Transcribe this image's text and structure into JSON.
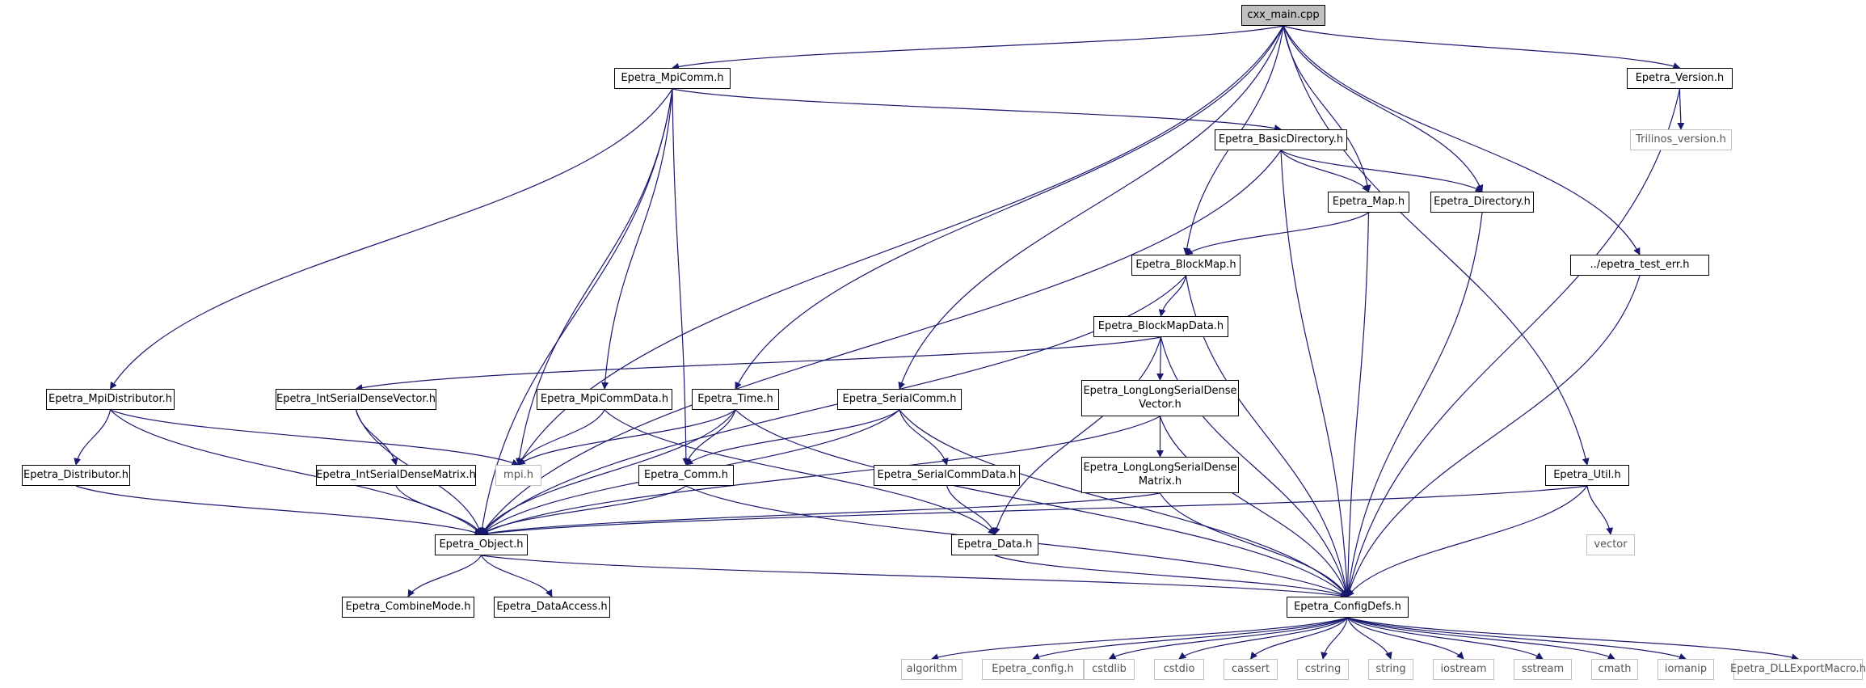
{
  "diagram": {
    "type": "include-dependency-graph",
    "colors": {
      "edge": "#191970",
      "node_border": "#000000",
      "system_border": "#bfbfbf",
      "root_fill": "#bfbfbf",
      "background": "#ffffff"
    },
    "nodes": {
      "cxx_main": "cxx_main.cpp",
      "mpicomm": "Epetra_MpiComm.h",
      "version": "Epetra_Version.h",
      "trilinos_version": "Trilinos_version.h",
      "basicdir": "Epetra_BasicDirectory.h",
      "map": "Epetra_Map.h",
      "directory": "Epetra_Directory.h",
      "blockmap": "Epetra_BlockMap.h",
      "test_err": "../epetra_test_err.h",
      "blockmapdata": "Epetra_BlockMapData.h",
      "mpidist": "Epetra_MpiDistributor.h",
      "intvec": "Epetra_IntSerialDenseVector.h",
      "mpicommdata": "Epetra_MpiCommData.h",
      "time": "Epetra_Time.h",
      "serialcomm": "Epetra_SerialComm.h",
      "llvec": "Epetra_LongLongSerialDense\nVector.h",
      "distributor": "Epetra_Distributor.h",
      "intmat": "Epetra_IntSerialDenseMatrix.h",
      "mpi": "mpi.h",
      "comm": "Epetra_Comm.h",
      "serialcommdata": "Epetra_SerialCommData.h",
      "llmat": "Epetra_LongLongSerialDense\nMatrix.h",
      "util": "Epetra_Util.h",
      "object": "Epetra_Object.h",
      "data": "Epetra_Data.h",
      "vector": "vector",
      "combinemode": "Epetra_CombineMode.h",
      "dataaccess": "Epetra_DataAccess.h",
      "configdefs": "Epetra_ConfigDefs.h",
      "algorithm": "algorithm",
      "epetra_config": "Epetra_config.h",
      "cstdlib": "cstdlib",
      "cstdio": "cstdio",
      "cassert": "cassert",
      "cstring": "cstring",
      "string": "string",
      "iostream": "iostream",
      "sstream": "sstream",
      "cmath": "cmath",
      "iomanip": "iomanip",
      "dllexport": "Epetra_DLLExportMacro.h"
    },
    "system_nodes": [
      "trilinos_version",
      "mpi",
      "vector",
      "algorithm",
      "epetra_config",
      "cstdlib",
      "cstdio",
      "cassert",
      "cstring",
      "string",
      "iostream",
      "sstream",
      "cmath",
      "iomanip",
      "dllexport"
    ],
    "root_node": "cxx_main",
    "edges": [
      [
        "cxx_main",
        "mpicomm"
      ],
      [
        "cxx_main",
        "version"
      ],
      [
        "cxx_main",
        "map"
      ],
      [
        "cxx_main",
        "directory"
      ],
      [
        "cxx_main",
        "blockmap"
      ],
      [
        "cxx_main",
        "test_err"
      ],
      [
        "cxx_main",
        "serialcomm"
      ],
      [
        "cxx_main",
        "time"
      ],
      [
        "cxx_main",
        "util"
      ],
      [
        "cxx_main",
        "mpi"
      ],
      [
        "version",
        "trilinos_version"
      ],
      [
        "version",
        "configdefs"
      ],
      [
        "mpicomm",
        "basicdir"
      ],
      [
        "mpicomm",
        "mpidist"
      ],
      [
        "mpicomm",
        "mpicommdata"
      ],
      [
        "mpicomm",
        "object"
      ],
      [
        "mpicomm",
        "mpi"
      ],
      [
        "mpicomm",
        "comm"
      ],
      [
        "basicdir",
        "map"
      ],
      [
        "basicdir",
        "directory"
      ],
      [
        "basicdir",
        "object"
      ],
      [
        "basicdir",
        "configdefs"
      ],
      [
        "map",
        "blockmap"
      ],
      [
        "map",
        "configdefs"
      ],
      [
        "directory",
        "configdefs"
      ],
      [
        "blockmap",
        "blockmapdata"
      ],
      [
        "blockmap",
        "object"
      ],
      [
        "blockmap",
        "configdefs"
      ],
      [
        "test_err",
        "configdefs"
      ],
      [
        "blockmapdata",
        "intvec"
      ],
      [
        "blockmapdata",
        "llvec"
      ],
      [
        "blockmapdata",
        "data"
      ],
      [
        "blockmapdata",
        "configdefs"
      ],
      [
        "mpidist",
        "distributor"
      ],
      [
        "mpidist",
        "object"
      ],
      [
        "mpidist",
        "mpi"
      ],
      [
        "intvec",
        "intmat"
      ],
      [
        "intvec",
        "object"
      ],
      [
        "mpicommdata",
        "mpi"
      ],
      [
        "mpicommdata",
        "data"
      ],
      [
        "time",
        "mpi"
      ],
      [
        "time",
        "comm"
      ],
      [
        "time",
        "object"
      ],
      [
        "time",
        "configdefs"
      ],
      [
        "serialcomm",
        "comm"
      ],
      [
        "serialcomm",
        "serialcommdata"
      ],
      [
        "serialcomm",
        "object"
      ],
      [
        "serialcomm",
        "configdefs"
      ],
      [
        "llvec",
        "llmat"
      ],
      [
        "llvec",
        "object"
      ],
      [
        "llvec",
        "configdefs"
      ],
      [
        "distributor",
        "object"
      ],
      [
        "intmat",
        "object"
      ],
      [
        "comm",
        "object"
      ],
      [
        "comm",
        "configdefs"
      ],
      [
        "serialcommdata",
        "data"
      ],
      [
        "llmat",
        "object"
      ],
      [
        "llmat",
        "configdefs"
      ],
      [
        "util",
        "object"
      ],
      [
        "util",
        "vector"
      ],
      [
        "util",
        "configdefs"
      ],
      [
        "object",
        "combinemode"
      ],
      [
        "object",
        "dataaccess"
      ],
      [
        "object",
        "configdefs"
      ],
      [
        "data",
        "configdefs"
      ],
      [
        "configdefs",
        "algorithm"
      ],
      [
        "configdefs",
        "epetra_config"
      ],
      [
        "configdefs",
        "cstdlib"
      ],
      [
        "configdefs",
        "cstdio"
      ],
      [
        "configdefs",
        "cassert"
      ],
      [
        "configdefs",
        "cstring"
      ],
      [
        "configdefs",
        "string"
      ],
      [
        "configdefs",
        "iostream"
      ],
      [
        "configdefs",
        "sstream"
      ],
      [
        "configdefs",
        "cmath"
      ],
      [
        "configdefs",
        "iomanip"
      ],
      [
        "configdefs",
        "dllexport"
      ]
    ]
  }
}
